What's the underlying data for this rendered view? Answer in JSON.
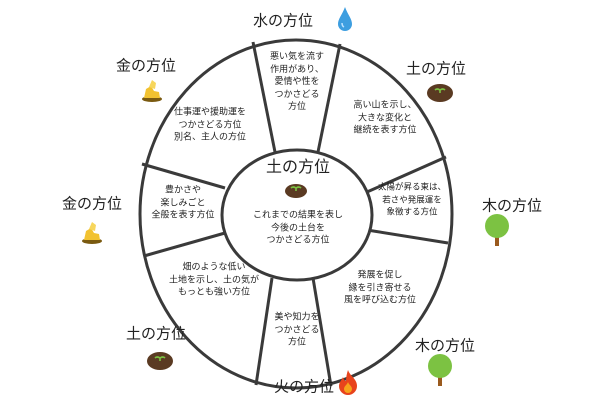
{
  "center": {
    "title": "土の方位",
    "text": "これまでの結果を表し\n今後の土台を\nつかさどる方位",
    "icon": "soil-sprout-icon"
  },
  "sectors": [
    {
      "text": "悪い気を流す\n作用があり、\n愛情や性を\nつかさどる\n方位"
    },
    {
      "text": "高い山を示し、\n大きな変化と\n継続を表す方位"
    },
    {
      "text": "太陽が昇る東は、\n若さや発展運を\n象徴する方位"
    },
    {
      "text": "発展を促し\n縁を引き寄せる\n風を呼び込む方位"
    },
    {
      "text": "美や知力を\nつかさどる\n方位"
    },
    {
      "text": "畑のような低い\n土地を示し、土の気が\nもっとも強い方位"
    },
    {
      "text": "豊かさや\n楽しみごと\n全般を表す方位"
    },
    {
      "text": "仕事運や援助運を\nつかさどる方位\n別名、主人の方位"
    }
  ],
  "directions": [
    {
      "label": "水の方位",
      "icon": "water-drop-icon"
    },
    {
      "label": "土の方位",
      "icon": "soil-sprout-icon"
    },
    {
      "label": "木の方位",
      "icon": "tree-icon"
    },
    {
      "label": "木の方位",
      "icon": "tree-icon"
    },
    {
      "label": "火の方位",
      "icon": "fire-icon"
    },
    {
      "label": "土の方位",
      "icon": "soil-sprout-icon"
    },
    {
      "label": "金の方位",
      "icon": "gold-nugget-icon"
    },
    {
      "label": "金の方位",
      "icon": "gold-nugget-icon"
    }
  ],
  "colors": {
    "line": "#3a3a3a",
    "soil": "#5a3a22",
    "sprout": "#7cc242",
    "tree": "#7cc242",
    "trunk": "#9a5a1e",
    "water": "#3d9ee0",
    "fire": "#e8431c",
    "gold": "#f2c230"
  }
}
